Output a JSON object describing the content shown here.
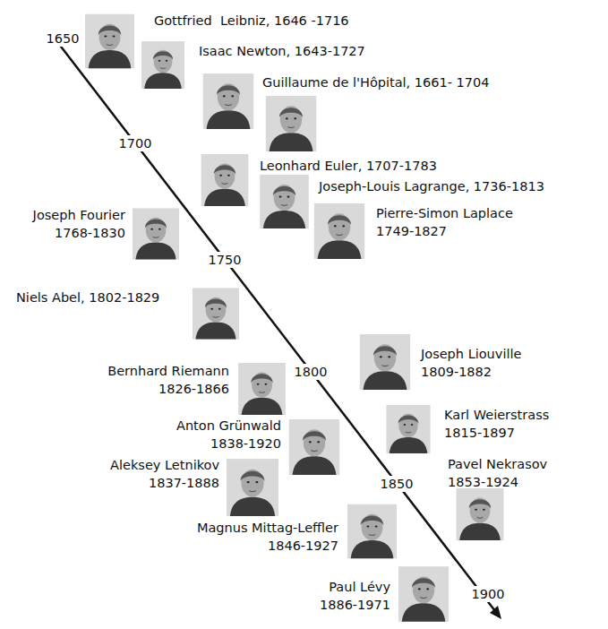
{
  "diagram": {
    "labels": [
      "1650",
      "1700",
      "1750",
      "1800",
      "1850",
      "1900",
      "Gottfried  Leibniz, 1646 -1716",
      "Isaac Newton, 1643-1727",
      "Guillaume de l'Hôpital, 1661- 1704",
      "Leonhard Euler, 1707-1783",
      "Joseph-Louis Lagrange, 1736-1813",
      "Pierre-Simon Laplace",
      "1749-1827",
      "Joseph Fourier",
      "1768-1830",
      "Niels Abel, 1802-1829",
      "Joseph Liouville",
      "1809-1882",
      "Bernhard Riemann",
      "1826-1866",
      "Karl Weierstrass",
      "1815-1897",
      "Anton Grünwald",
      "1838-1920",
      "Aleksey Letnikov",
      "1837-1888",
      "Pavel Nekrasov",
      "1853-1924",
      "Magnus Mittag-Leffler",
      "1846-1927",
      "Paul Lévy",
      "1886-1971"
    ]
  }
}
